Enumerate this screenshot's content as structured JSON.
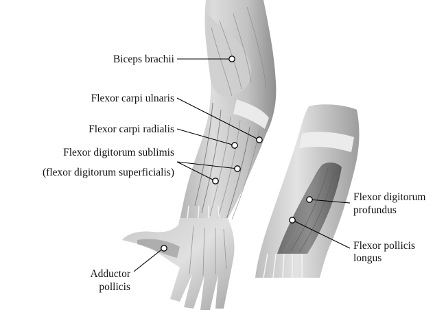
{
  "labels": {
    "biceps": "Biceps brachii",
    "fcu": "Flexor carpi ulnaris",
    "fcr": "Flexor carpi radialis",
    "fds_line1": "Flexor digitorum sublimis",
    "fds_line2": "(flexor digitorum superficialis)",
    "adductor_line1": "Adductor",
    "adductor_line2": "pollicis",
    "fdp_line1": "Flexor digitorum",
    "fdp_line2": "profundus",
    "fpl_line1": "Flexor pollicis",
    "fpl_line2": "longus"
  },
  "colors": {
    "background": "#ffffff",
    "label_text": "#111111",
    "leader_line": "#000000",
    "marker_fill": "#ffffff",
    "muscle_light": "#d6d6d6",
    "muscle_mid": "#a9a9a9",
    "muscle_dark": "#5a5a5a",
    "tendon": "#f0f0f0"
  }
}
